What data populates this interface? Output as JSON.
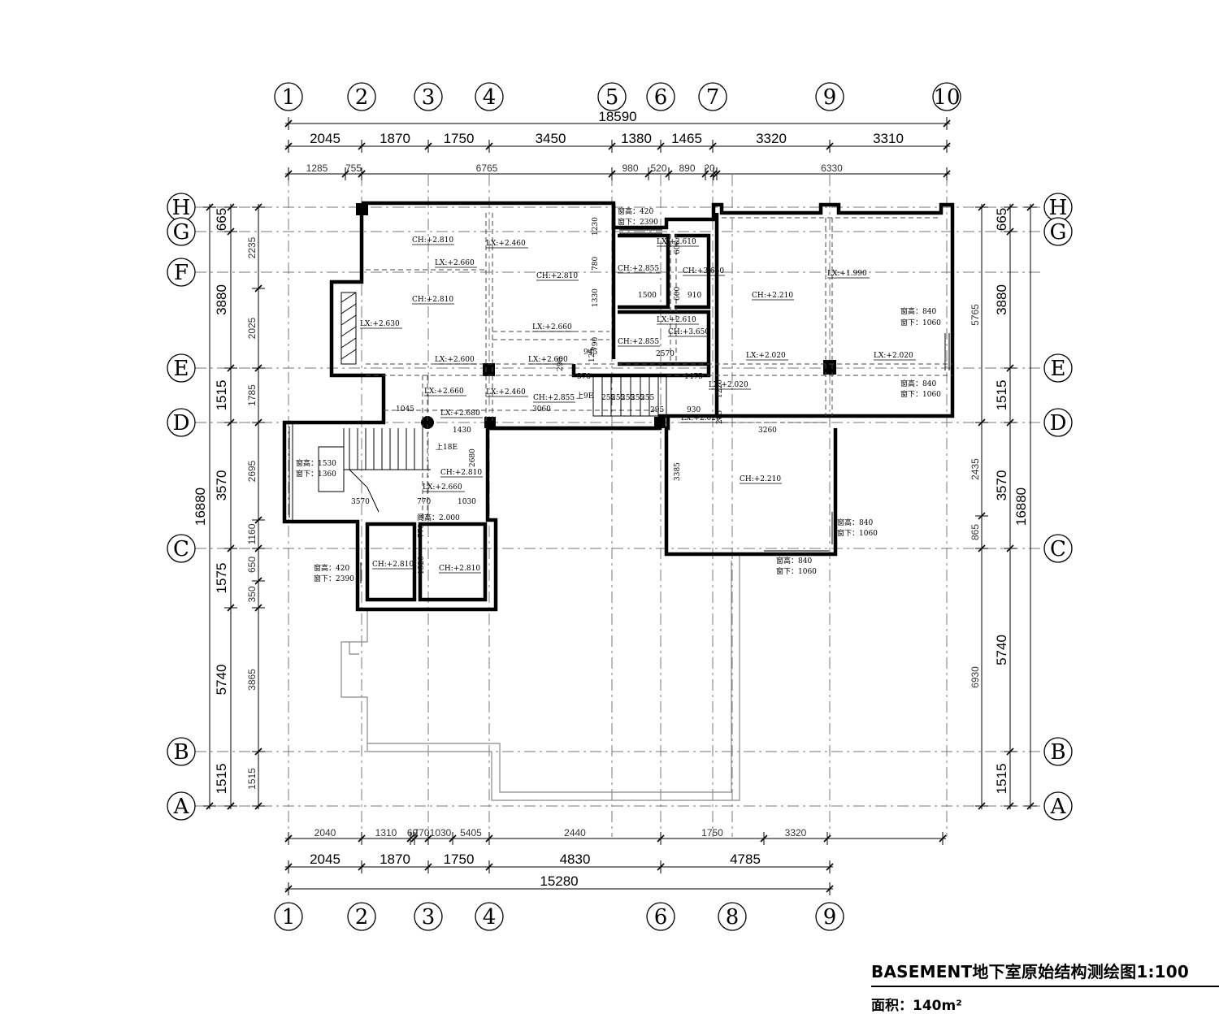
{
  "title": "BASEMENT地下室原始结构测绘图1:100",
  "area_label": "面积：140m²",
  "top_axes": [
    "1",
    "2",
    "3",
    "4",
    "5",
    "6",
    "7",
    "9",
    "10"
  ],
  "bottom_axes": [
    "1",
    "2",
    "3",
    "4",
    "6",
    "8",
    "9"
  ],
  "row_axes": [
    "H",
    "G",
    "F",
    "E",
    "D",
    "C",
    "B",
    "A"
  ],
  "top_total": "18590",
  "top_dims": [
    "2045",
    "1870",
    "1750",
    "3450",
    "1380",
    "1465",
    "3320",
    "3310"
  ],
  "top_sub_dims": [
    "1285",
    "755",
    "6765",
    "980",
    "520",
    "890",
    "20",
    "6330"
  ],
  "bottom_sub_dims": [
    "2040",
    "1310",
    "60",
    "770",
    "1030",
    "5405",
    "2440",
    "1750",
    "3320"
  ],
  "bottom_dims": [
    "2045",
    "1870",
    "1750",
    "4830",
    "4785"
  ],
  "bottom_total": "15280",
  "left_total": "16880",
  "left_dims": [
    "665",
    "3880",
    "1515",
    "3570",
    "1575",
    "5740",
    "1515"
  ],
  "left_sub_dims": [
    "2235",
    "2025",
    "1785",
    "2695",
    "1160",
    "650",
    "350",
    "3865",
    "1515"
  ],
  "right_total": "16880",
  "right_dims": [
    "665",
    "3880",
    "1515",
    "3570",
    "5740",
    "1515"
  ],
  "right_sub_dims": [
    "5765",
    "2435",
    "865",
    "6930"
  ],
  "annotations": [
    "CH:+2.810",
    "LX:+2.460",
    "LX:+2.660",
    "CH:+2.810",
    "CH:+2.810",
    "LX:+2.630",
    "LX:+2.660",
    "LX:+2.600",
    "LX:+2.600",
    "LX:+2.660",
    "LX:+2.460",
    "CH:+2.855",
    "LX:+2.680",
    "CH:+2.810",
    "LX:+2.660",
    "CH:+2.810",
    "CH:+2.810",
    "LX:+2.610",
    "CH:+2.855",
    "CH:+3.650",
    "LX:+2.610",
    "CH:+3.650",
    "CH:+2.855",
    "CH:+2.210",
    "LX:+1.990",
    "LX:+2.020",
    "LX:+2.020",
    "LX:+2.020",
    "CH:+2.210",
    "LX:+2.020"
  ],
  "window_notes": [
    "窗高：420",
    "窗下：2390",
    "窗高：840",
    "窗下：1060",
    "窗高：840",
    "窗下：1060",
    "窗高：1530",
    "窗下：1360",
    "窗高：420",
    "窗下：2390",
    "窗高：840",
    "窗下：1060",
    "窗高：840",
    "窗下：1060"
  ],
  "inner_dims": [
    "1230",
    "780",
    "1330",
    "1500",
    "600",
    "910",
    "600",
    "2570",
    "945",
    "790",
    "125",
    "290",
    "570",
    "1475",
    "255",
    "255",
    "255",
    "255",
    "255",
    "295",
    "930",
    "1220",
    "285",
    "3260",
    "3385",
    "1045",
    "1430",
    "3060",
    "2680",
    "3570",
    "770",
    "1030",
    "770",
    "1320",
    "上9E",
    "上18E",
    "阁高：2.000"
  ],
  "colors": {
    "line": "#000000",
    "grid": "#777777",
    "outline": "#888888"
  }
}
